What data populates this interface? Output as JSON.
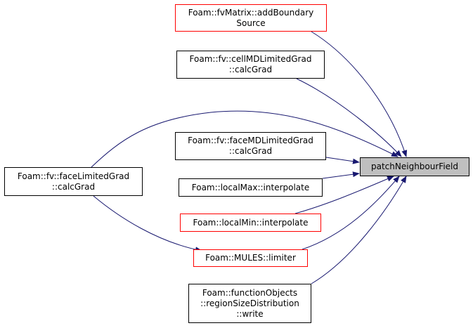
{
  "colors": {
    "edge": "#191970",
    "link_border": "#000000",
    "truncated_border": "#ff0000",
    "focus_fill": "#bfbfbf"
  },
  "focus": {
    "label": "patchNeighbourField"
  },
  "callers": [
    {
      "lines": [
        "Foam::fvMatrix::addBoundary",
        "Source"
      ]
    },
    {
      "lines": [
        "Foam::fv::cellMDLimitedGrad",
        "::calcGrad"
      ]
    },
    {
      "lines": [
        "Foam::fv::faceMDLimitedGrad",
        "::calcGrad"
      ]
    },
    {
      "lines": [
        "Foam::fv::faceLimitedGrad",
        "::calcGrad"
      ]
    },
    {
      "lines": [
        "Foam::localMax::interpolate"
      ]
    },
    {
      "lines": [
        "Foam::localMin::interpolate"
      ]
    },
    {
      "lines": [
        "Foam::MULES::limiter"
      ]
    },
    {
      "lines": [
        "Foam::functionObjects",
        "::regionSizeDistribution",
        "::write"
      ]
    }
  ]
}
